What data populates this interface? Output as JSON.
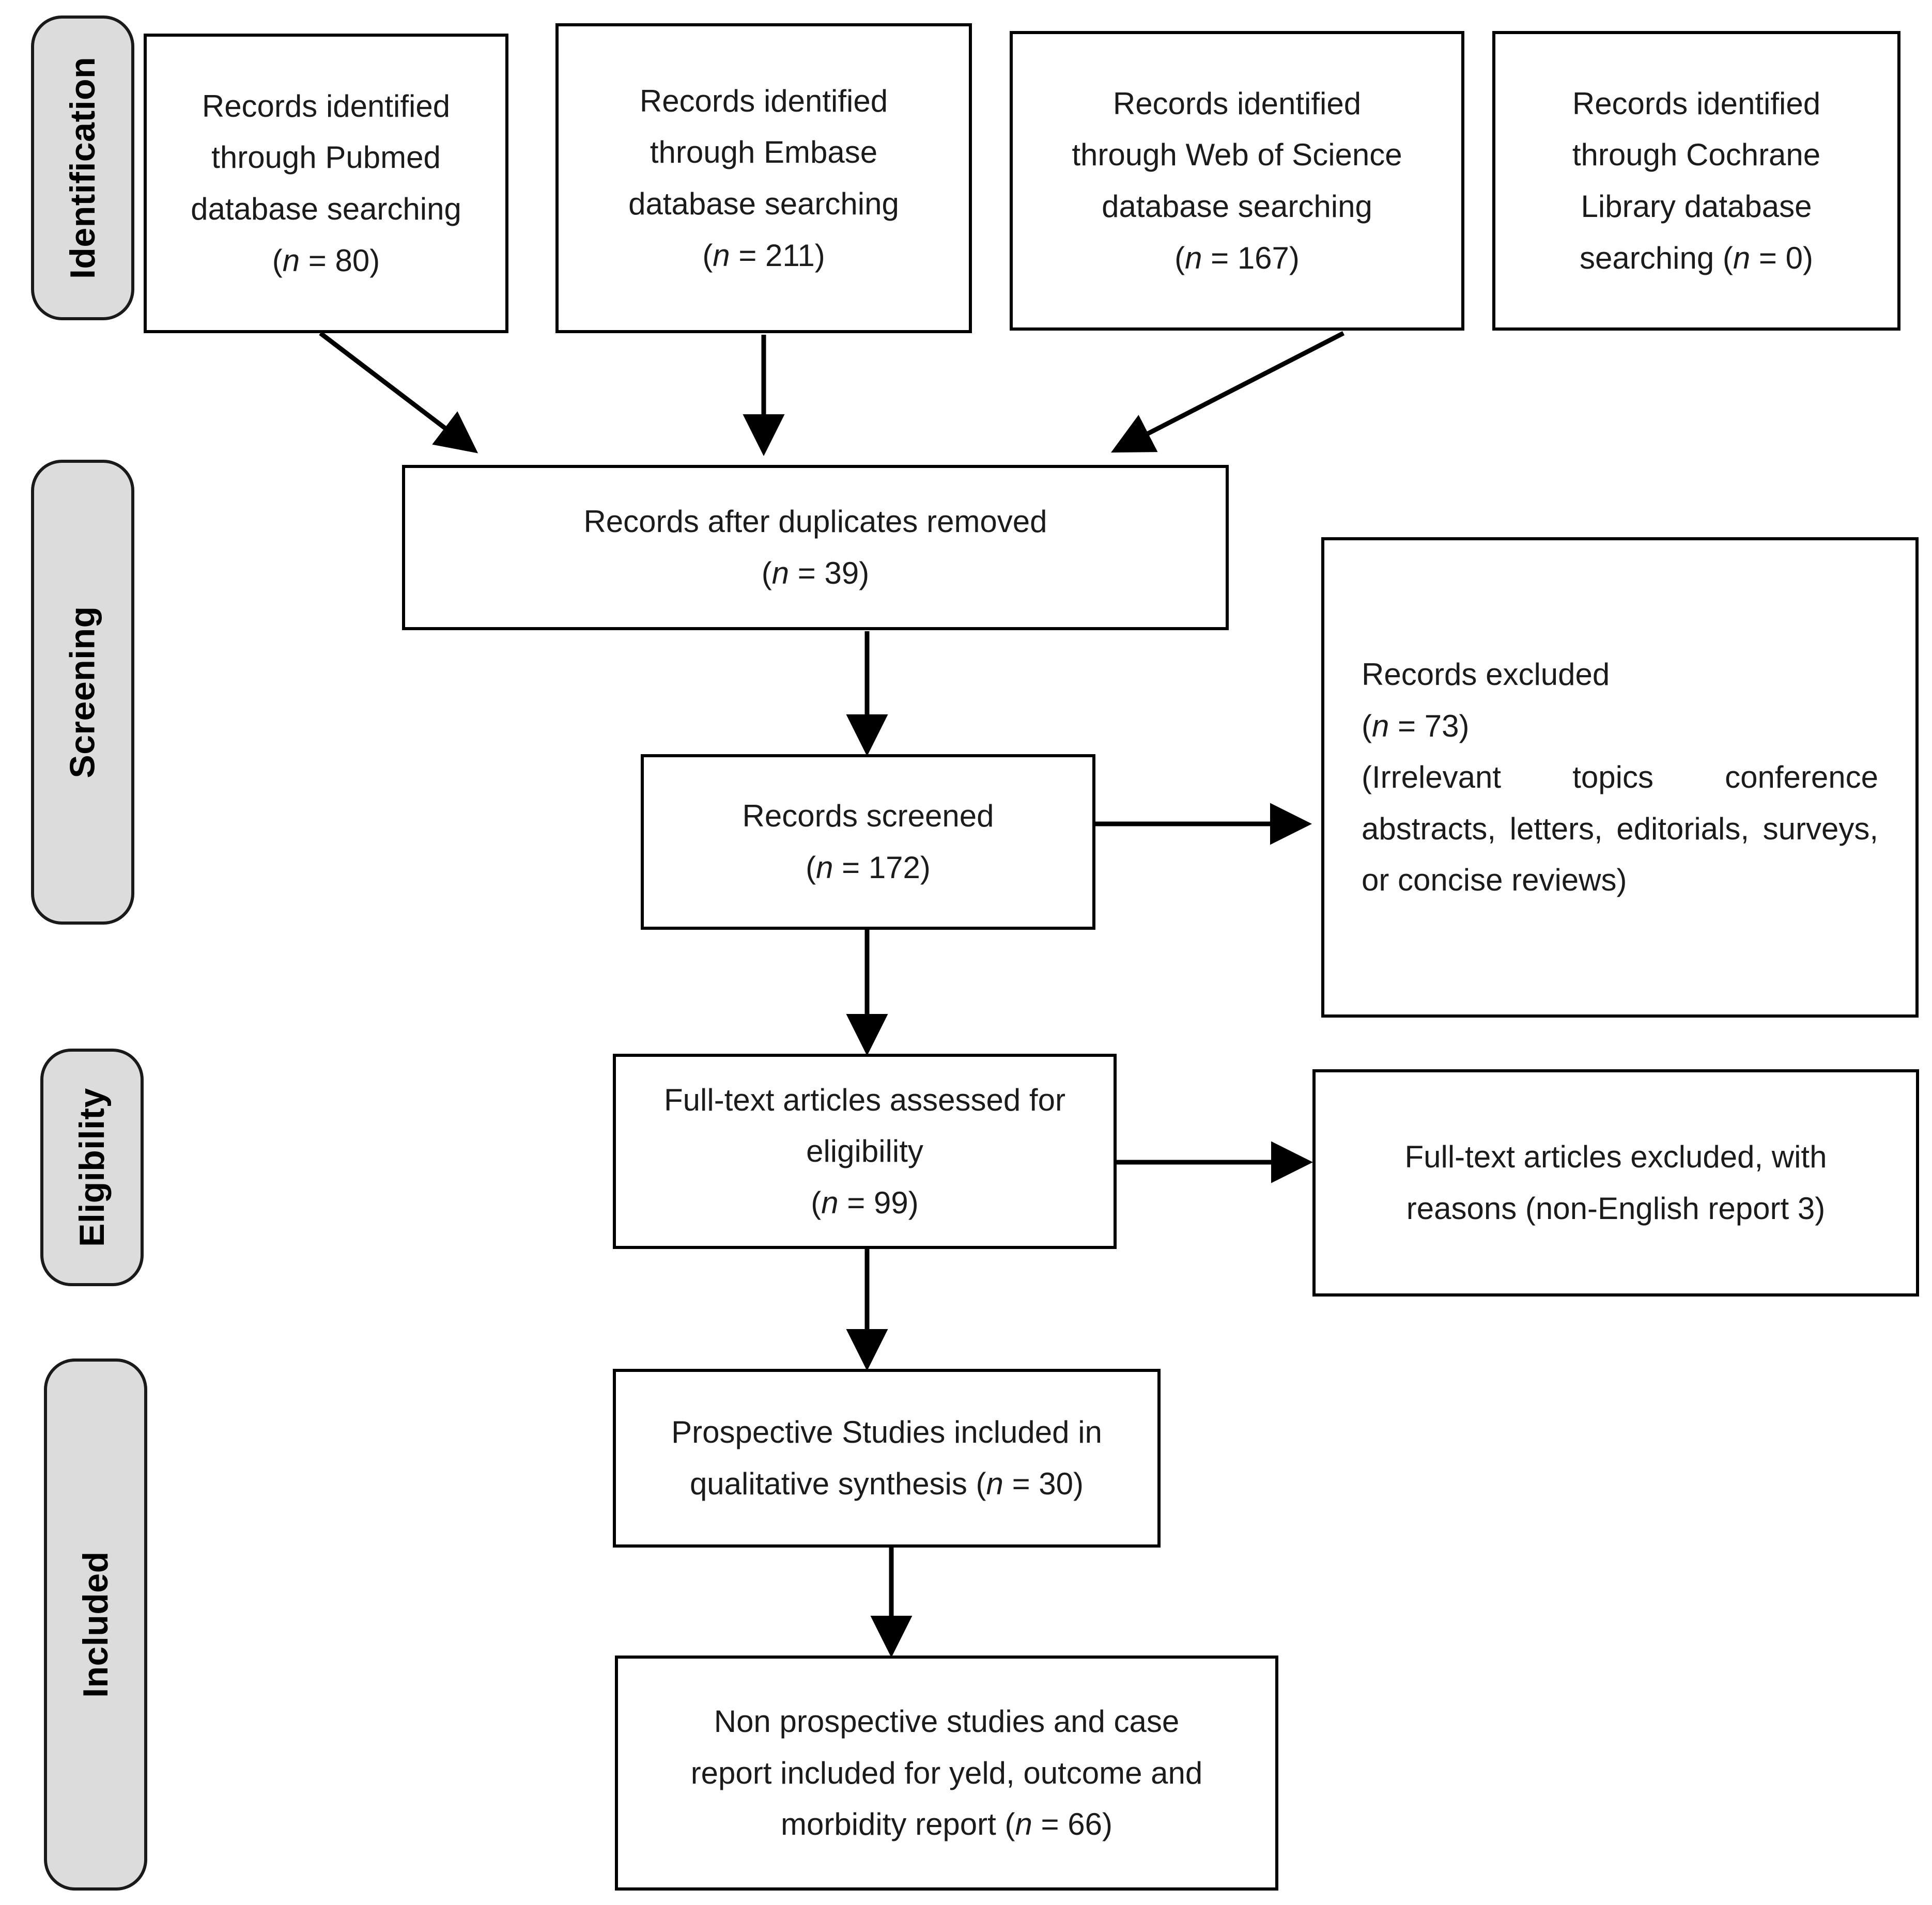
{
  "diagram": {
    "type": "prisma-flow-diagram",
    "stages": [
      {
        "id": "identification",
        "label": "Identification"
      },
      {
        "id": "screening",
        "label": "Screening"
      },
      {
        "id": "eligibility",
        "label": "Eligibility"
      },
      {
        "id": "included",
        "label": "Included"
      }
    ],
    "boxes": {
      "pubmed": {
        "line1": "Records identified",
        "line2": "through Pubmed",
        "line3": "database searching",
        "count_prefix": "(",
        "count_italic": "n",
        "count_suffix": " = 80)"
      },
      "embase": {
        "line1": "Records identified",
        "line2": "through Embase",
        "line3": "database searching",
        "count_prefix": "(",
        "count_italic": "n",
        "count_suffix": " = 211)"
      },
      "webofscience": {
        "line1": "Records identified",
        "line2": "through Web of Science",
        "line3": "database searching",
        "count_prefix": "(",
        "count_italic": "n",
        "count_suffix": " = 167)"
      },
      "cochrane": {
        "line1": "Records identified",
        "line2": "through Cochrane",
        "line3": "Library database",
        "line4_prefix": "searching (",
        "count_italic": "n",
        "count_suffix": " = 0)"
      },
      "duplicates_removed": {
        "line1": "Records after duplicates removed",
        "count_prefix": "(",
        "count_italic": "n",
        "count_suffix": " = 39)"
      },
      "records_screened": {
        "line1": "Records screened",
        "count_prefix": "(",
        "count_italic": "n",
        "count_suffix": " = 172)"
      },
      "records_excluded": {
        "line1": "Records excluded",
        "count_prefix": "(",
        "count_italic": "n",
        "count_suffix": " = 73)",
        "reasons": "(Irrelevant topics conference abstracts, letters, editorials, surveys, or concise reviews)"
      },
      "fulltext_assessed": {
        "line1": "Full-text articles assessed for",
        "line2": "eligibility",
        "count_prefix": "(",
        "count_italic": "n",
        "count_suffix": " = 99)"
      },
      "fulltext_excluded": {
        "line1": "Full-text articles excluded, with",
        "line2": "reasons (non-English report 3)"
      },
      "prospective_included": {
        "line1": "Prospective Studies included in",
        "line2_prefix": "qualitative synthesis (",
        "count_italic": "n",
        "count_suffix": " = 30)"
      },
      "nonprospective_included": {
        "line1": "Non prospective studies and case",
        "line2": "report included for yeld, outcome and",
        "line3_prefix": "morbidity report (",
        "count_italic": "n",
        "count_suffix": " = 66)"
      }
    },
    "colors": {
      "stage_pill_fill": "#dcdcdc",
      "stage_pill_border": "#1a1a1a",
      "box_border": "#000000",
      "box_fill": "#ffffff",
      "text": "#1b1b1b",
      "connector": "#000000"
    }
  }
}
